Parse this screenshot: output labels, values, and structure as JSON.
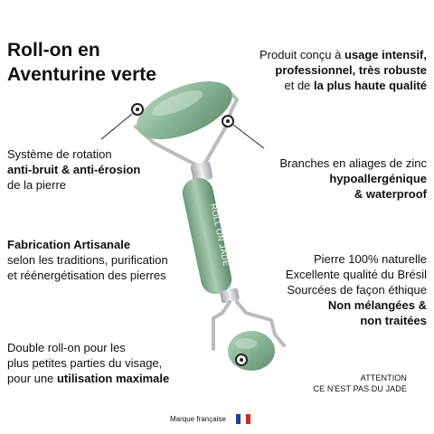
{
  "title": {
    "line1": "Roll-on en",
    "line2": "Aventurine verte"
  },
  "product": {
    "engraving": "ROLL ON JADE",
    "colors": {
      "stone_light": "#9cc3a6",
      "stone_mid": "#7bab8a",
      "stone_dark": "#5d8c6c",
      "metal": "#c9ccce",
      "marker_ring": "#222222"
    }
  },
  "features": {
    "usage": {
      "line1_prefix": "Produit conçu à ",
      "line1_bold": "usage intensif,",
      "line2_bold": "professionnel, très robuste",
      "line3_prefix": "et de ",
      "line3_bold": "la plus haute qualité"
    },
    "rotation": {
      "line1": "Système de rotation",
      "line2_bold": "anti-bruit & anti-érosion",
      "line3": "de la pierre"
    },
    "branches": {
      "line1": "Branches en aliages de zinc",
      "line2_bold": "hypoallergénique",
      "line3_bold": "& waterproof"
    },
    "fabrication": {
      "line1_bold": "Fabrication Artisanale",
      "line2": "selon les traditions, purification",
      "line3": "et réénergétisation des pierres"
    },
    "stone": {
      "line1": "Pierre 100% naturelle",
      "line2": "Excellente qualité du Brésil",
      "line3": "Sourcées de façon éthique",
      "line4_bold": "Non mélangées &",
      "line5_bold": "non traitées"
    },
    "double": {
      "line1": "Double roll-on pour les",
      "line2": "plus petites parties du visage,",
      "line3_prefix": "pour une ",
      "line3_bold": "utilisation maximale"
    }
  },
  "attention": {
    "line1": "ATTENTION",
    "line2": "CE N'EST PAS DU JADE"
  },
  "footer": {
    "marque": "Marque française",
    "flag_colors": [
      "#1f3fa6",
      "#ffffff",
      "#e2231a"
    ]
  }
}
